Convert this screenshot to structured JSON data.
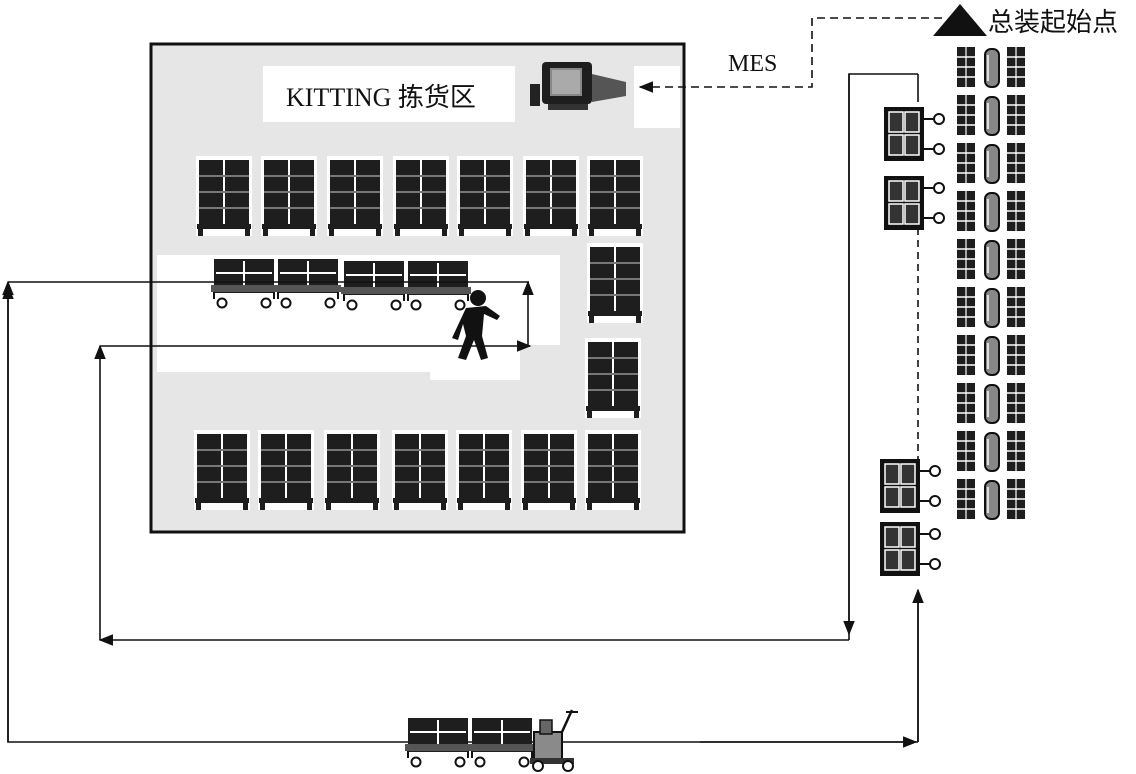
{
  "labels": {
    "kitting": "KITTING 拣货区",
    "mes": "MES",
    "assembly_start": "总装起始点"
  },
  "colors": {
    "ink": "#111111",
    "zone_fill": "#e6e6e6",
    "white": "#ffffff",
    "rack": "#1e1e1e",
    "gray": "#8a8a8a"
  },
  "icons": {
    "computer": "computer-icon",
    "worker": "worker-icon",
    "tugger": "tugger-icon",
    "start": "triangle-marker-icon"
  }
}
